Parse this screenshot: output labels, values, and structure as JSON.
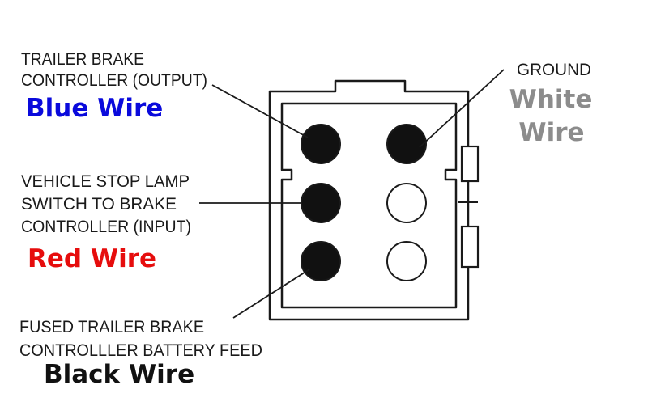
{
  "labels": {
    "top_left": [
      "TRAILER BRAKE",
      "CONTROLLER (OUTPUT)"
    ],
    "mid_left": [
      "VEHICLE STOP LAMP",
      "SWITCH TO BRAKE",
      "CONTROLLER (INPUT)"
    ],
    "bottom_left": [
      "FUSED TRAILER BRAKE",
      "CONTROLLLER BATTERY FEED"
    ],
    "top_right": [
      "GROUND"
    ]
  },
  "wires": {
    "blue": {
      "label": "Blue Wire",
      "color": "#0a0adc"
    },
    "red": {
      "label": "Red Wire",
      "color": "#e60d0d"
    },
    "black": {
      "label": "Black Wire",
      "color": "#111111"
    },
    "white": {
      "lines": [
        "White",
        "Wire"
      ],
      "color": "#8c8c8c"
    }
  },
  "pins": [
    {
      "id": "top-left",
      "filled": true
    },
    {
      "id": "top-right",
      "filled": true
    },
    {
      "id": "middle-left",
      "filled": true
    },
    {
      "id": "middle-right",
      "filled": false
    },
    {
      "id": "bottom-left",
      "filled": true
    },
    {
      "id": "bottom-right",
      "filled": false
    }
  ],
  "colors": {
    "stroke": "#1a1a1a",
    "pin_fill": "#111111"
  }
}
